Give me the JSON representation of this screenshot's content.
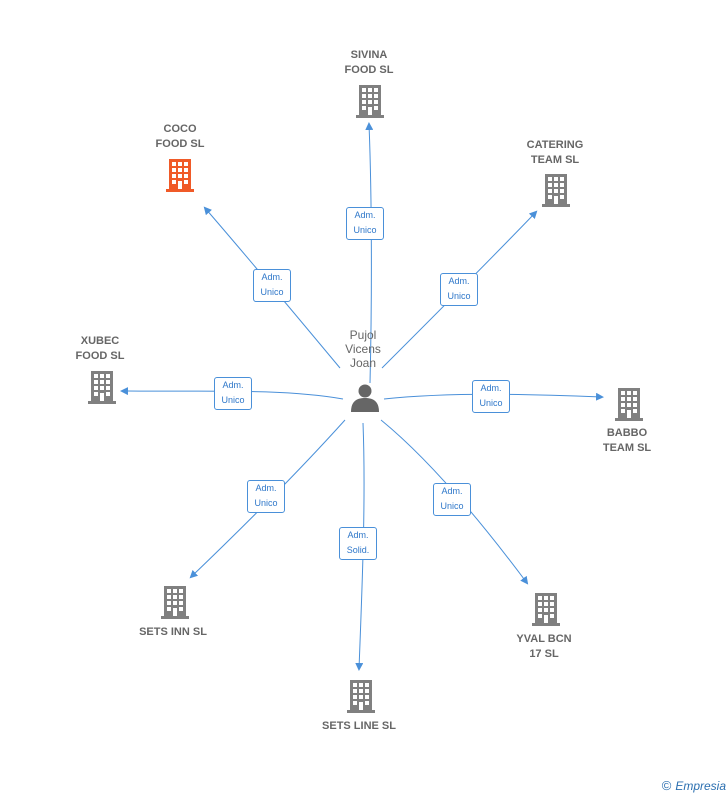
{
  "center": {
    "label": "Pujol\nVicens\nJoan",
    "icon": "person-icon"
  },
  "companies": [
    {
      "id": "sivina",
      "label": "SIVINA\nFOOD SL",
      "color": "#808080",
      "edge_label": "Adm.\nUnico"
    },
    {
      "id": "coco",
      "label": "COCO\nFOOD SL",
      "color": "#f05a28",
      "edge_label": "Adm.\nUnico"
    },
    {
      "id": "catering",
      "label": "CATERING\nTEAM SL",
      "color": "#808080",
      "edge_label": "Adm.\nUnico"
    },
    {
      "id": "xubec",
      "label": "XUBEC\nFOOD SL",
      "color": "#808080",
      "edge_label": "Adm.\nUnico"
    },
    {
      "id": "babbo",
      "label": "BABBO\nTEAM SL",
      "color": "#808080",
      "edge_label": "Adm.\nUnico"
    },
    {
      "id": "setsinn",
      "label": "SETS INN SL",
      "color": "#808080",
      "edge_label": "Adm.\nUnico"
    },
    {
      "id": "setsline",
      "label": "SETS LINE SL",
      "color": "#808080",
      "edge_label": "Adm.\nSolid."
    },
    {
      "id": "yval",
      "label": "YVAL BCN\n17 SL",
      "color": "#808080",
      "edge_label": "Adm.\nUnico"
    }
  ],
  "colors": {
    "edge": "#4a90d9",
    "edge_label_text": "#2e77c9",
    "node_label": "#666666",
    "person": "#666666"
  },
  "footer": {
    "copyright": "©",
    "brand": "Empresia"
  }
}
